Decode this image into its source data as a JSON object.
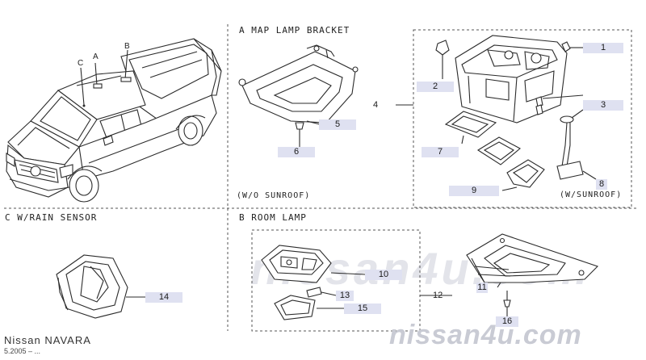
{
  "sections": {
    "a_title": "A  MAP LAMP BRACKET",
    "a_note": "(W/O SUNROOF)",
    "sunroof_note": "(W/SUNROOF)",
    "c_title": "C  W/RAIN SENSOR",
    "b_title": "B  ROOM LAMP"
  },
  "vehicle_labels": {
    "a": "A",
    "b": "B",
    "c": "C"
  },
  "callouts": {
    "p1": "1",
    "p2": "2",
    "p3": "3",
    "p4": "4",
    "p5": "5",
    "p6": "6",
    "p7": "7",
    "p8": "8",
    "p9": "9",
    "p10": "10",
    "p11": "11",
    "p12": "12",
    "p13": "13",
    "p14": "14",
    "p15": "15",
    "p16": "16"
  },
  "watermark": {
    "center": "nissan4u.com",
    "bottom_right": "nissan4u.com"
  },
  "footer": {
    "model": "Nissan  NAVARA",
    "date": "5.2005 – ..."
  },
  "colors": {
    "callout_bg": "#dfe1f1",
    "line": "#2b2b2b",
    "watermark": "#c9cbd4"
  }
}
